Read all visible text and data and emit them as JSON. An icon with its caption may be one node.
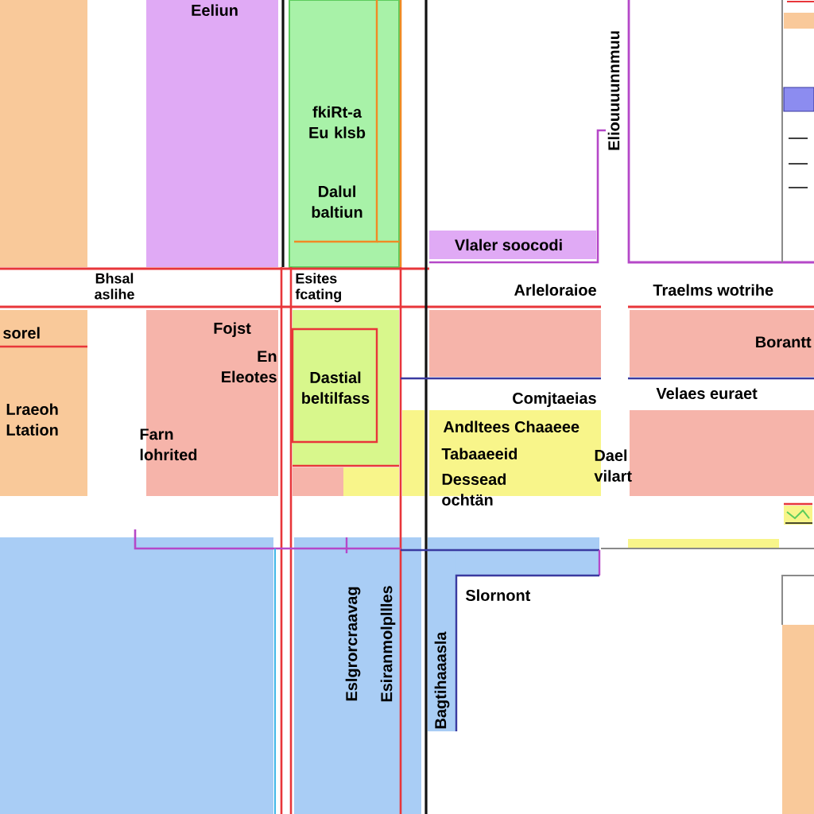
{
  "diagram": {
    "nodes": [
      {
        "text": [],
        "shape": "box"
      },
      {
        "text": [
          "Eeliun"
        ]
      },
      {
        "text": [
          "fkiRt-a Eu klsb",
          "Dalul baltiun"
        ]
      },
      {
        "text": [
          "Vlaler soocodi"
        ]
      },
      {
        "text": [],
        "shape": "box"
      },
      {
        "text": [
          "sorel",
          "Lraeoh Ltation"
        ]
      },
      {
        "text": [
          "Fojst",
          "Farn lohrited"
        ]
      },
      {
        "text": [
          "Dastial beltilfass"
        ]
      },
      {
        "text": [
          "Arleloraioe"
        ]
      },
      {
        "text": [
          "Traelms wotrihe",
          "Borantt"
        ]
      },
      {
        "text": [
          "Comjtaeias",
          "Andltees Chaaeee",
          "Tabaaeeid",
          "Dessead ochtän"
        ]
      },
      {
        "text": [
          "Velaes euraet"
        ]
      },
      {
        "text": [],
        "shape": "box"
      },
      {
        "text": [
          "Eslgrorcraavag",
          "Esiranmolpllles"
        ]
      },
      {
        "text": [
          "Bagtihaaasla"
        ]
      },
      {
        "text": [],
        "shape": "box"
      }
    ],
    "labels": [
      "Eliouuuunnmuu",
      "Bhsal aslihe",
      "Esites fcating",
      "En Eleotes",
      "Dael vilart",
      "Slornont"
    ]
  }
}
